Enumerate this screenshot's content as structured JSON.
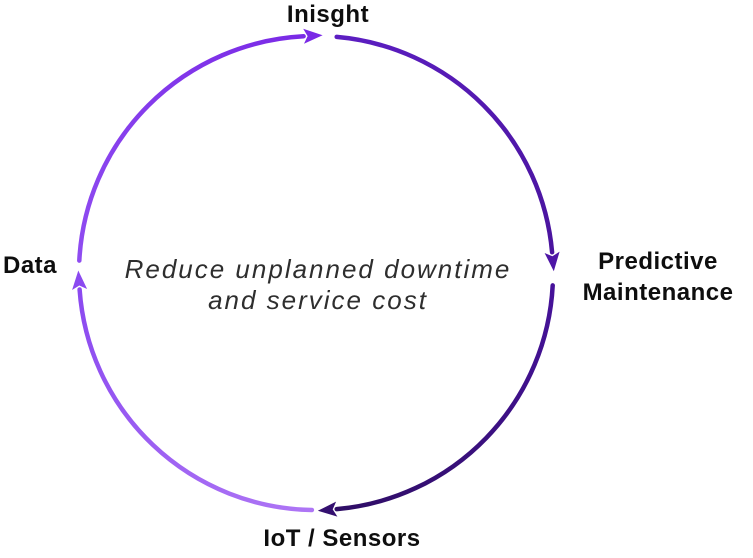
{
  "diagram": {
    "type": "cycle",
    "direction": "clockwise",
    "center_text": [
      "Reduce unplanned downtime",
      "and service cost"
    ],
    "nodes": [
      {
        "id": "insight",
        "label": "Inisght",
        "position": "top"
      },
      {
        "id": "predictive-maintenance",
        "label": "Predictive Maintenance",
        "lines": [
          "Predictive",
          "Maintenance"
        ],
        "position": "right"
      },
      {
        "id": "iot-sensors",
        "label": "IoT / Sensors",
        "position": "bottom"
      },
      {
        "id": "data",
        "label": "Data",
        "position": "left"
      }
    ],
    "edges": [
      {
        "from": "data",
        "to": "insight",
        "color_start": "#8f4cf1",
        "color_end": "#7a2ae6",
        "arrow_color": "#7a2ae6"
      },
      {
        "from": "insight",
        "to": "predictive-maintenance",
        "color_start": "#5c1ec2",
        "color_end": "#4a149e",
        "arrow_color": "#4e16a6"
      },
      {
        "from": "predictive-maintenance",
        "to": "iot-sensors",
        "color_start": "#46129a",
        "color_end": "#2f0e66",
        "arrow_color": "#341070"
      },
      {
        "from": "iot-sensors",
        "to": "data",
        "color_start": "#ae76f5",
        "color_end": "#8b49f0",
        "arrow_color": "#8b49f0"
      }
    ],
    "colors": {
      "label": "#0e0e0e",
      "center_text": "#2e2e2e",
      "background": "#ffffff"
    }
  }
}
